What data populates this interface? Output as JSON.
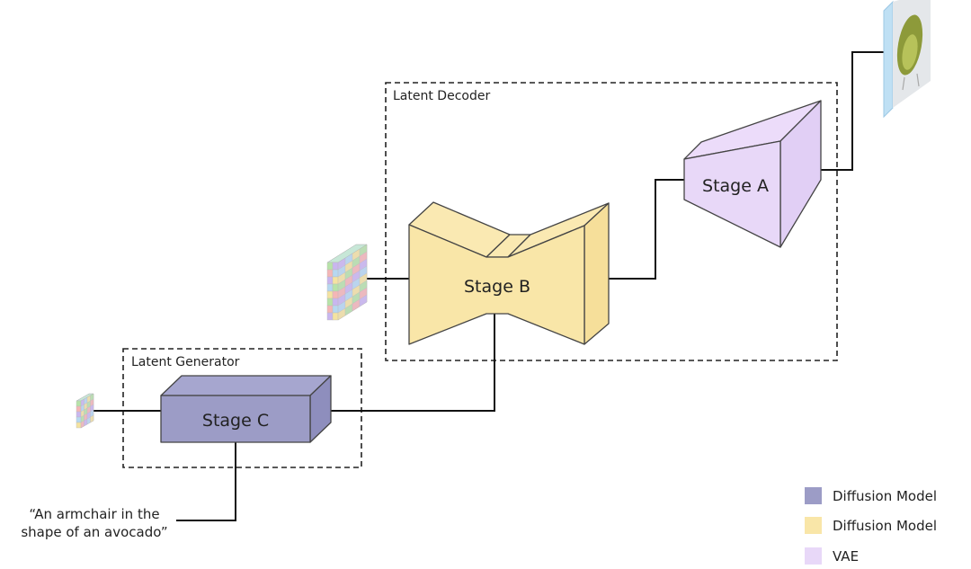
{
  "groups": {
    "latent_decoder": "Latent Decoder",
    "latent_generator": "Latent Generator"
  },
  "stages": {
    "a": {
      "label": "Stage A",
      "color": "#e8d8f8",
      "side_color": "#e1cff5",
      "top_color": "#ecdcfa"
    },
    "b": {
      "label": "Stage B",
      "color": "#f9e6a8",
      "side_color": "#f6df9a",
      "top_color": "#fae9b2"
    },
    "c": {
      "label": "Stage C",
      "color": "#9c9cc6",
      "side_color": "#8e8ebd",
      "top_color": "#a6a6cf"
    }
  },
  "prompt": {
    "line1": "“An armchair in the",
    "line2": "shape of an avocado”"
  },
  "legend": [
    {
      "color": "#9c9cc6",
      "label": "Diffusion Model"
    },
    {
      "color": "#f9e6a8",
      "label": "Diffusion Model"
    },
    {
      "color": "#e8d8f8",
      "label": "VAE"
    }
  ],
  "latent_tile_colors": [
    "#b7e3a8",
    "#f4b6b6",
    "#c9b6ef",
    "#b6d8f0",
    "#f4e3a0"
  ],
  "output_image": {
    "description": "avocado-armchair-render"
  }
}
